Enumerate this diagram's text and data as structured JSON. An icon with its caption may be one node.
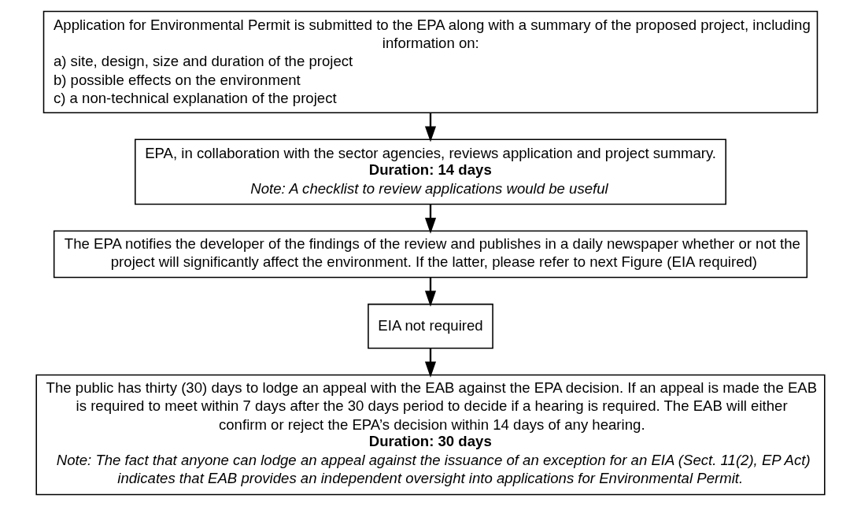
{
  "diagram": {
    "nodes": [
      {
        "text": [
          "Application for Environmental Permit is submitted to the EPA along with a summary of the proposed project, including information on:",
          "a) site, design, size and duration of the project",
          "b) possible effects on the environment",
          "c) a non-technical explanation of the project"
        ]
      },
      {
        "text": [
          "EPA, in collaboration with the sector agencies, reviews application and project summary.",
          "Duration: 14 days",
          "Note: A checklist to review applications would be useful"
        ]
      },
      {
        "text": [
          "The EPA notifies the developer of the findings of the review and publishes in a daily newspaper whether or not the project will significantly affect the environment. If the latter, please refer to next Figure (EIA required)"
        ]
      },
      {
        "text": [
          "EIA not required"
        ]
      },
      {
        "text": [
          "The public has thirty (30) days to lodge an appeal with the EAB against the EPA decision. If an appeal is made the EAB is required to meet within 7 days after the 30 days period to decide if a hearing is required. The EAB will either confirm or reject the EPA’s decision within 14 days of any hearing.",
          "Duration: 30 days",
          "Note: The fact that anyone can lodge an appeal against the issuance of an exception for an EIA (Sect. 11(2), EP Act) indicates that EAB provides an independent oversight into applications for Environmental Permit."
        ]
      }
    ],
    "edges": [
      {
        "from": 0,
        "to": 1,
        "arrow": "to"
      },
      {
        "from": 1,
        "to": 2,
        "arrow": "to"
      },
      {
        "from": 2,
        "to": 3,
        "arrow": "to"
      },
      {
        "from": 3,
        "to": 4,
        "arrow": "to"
      }
    ]
  }
}
